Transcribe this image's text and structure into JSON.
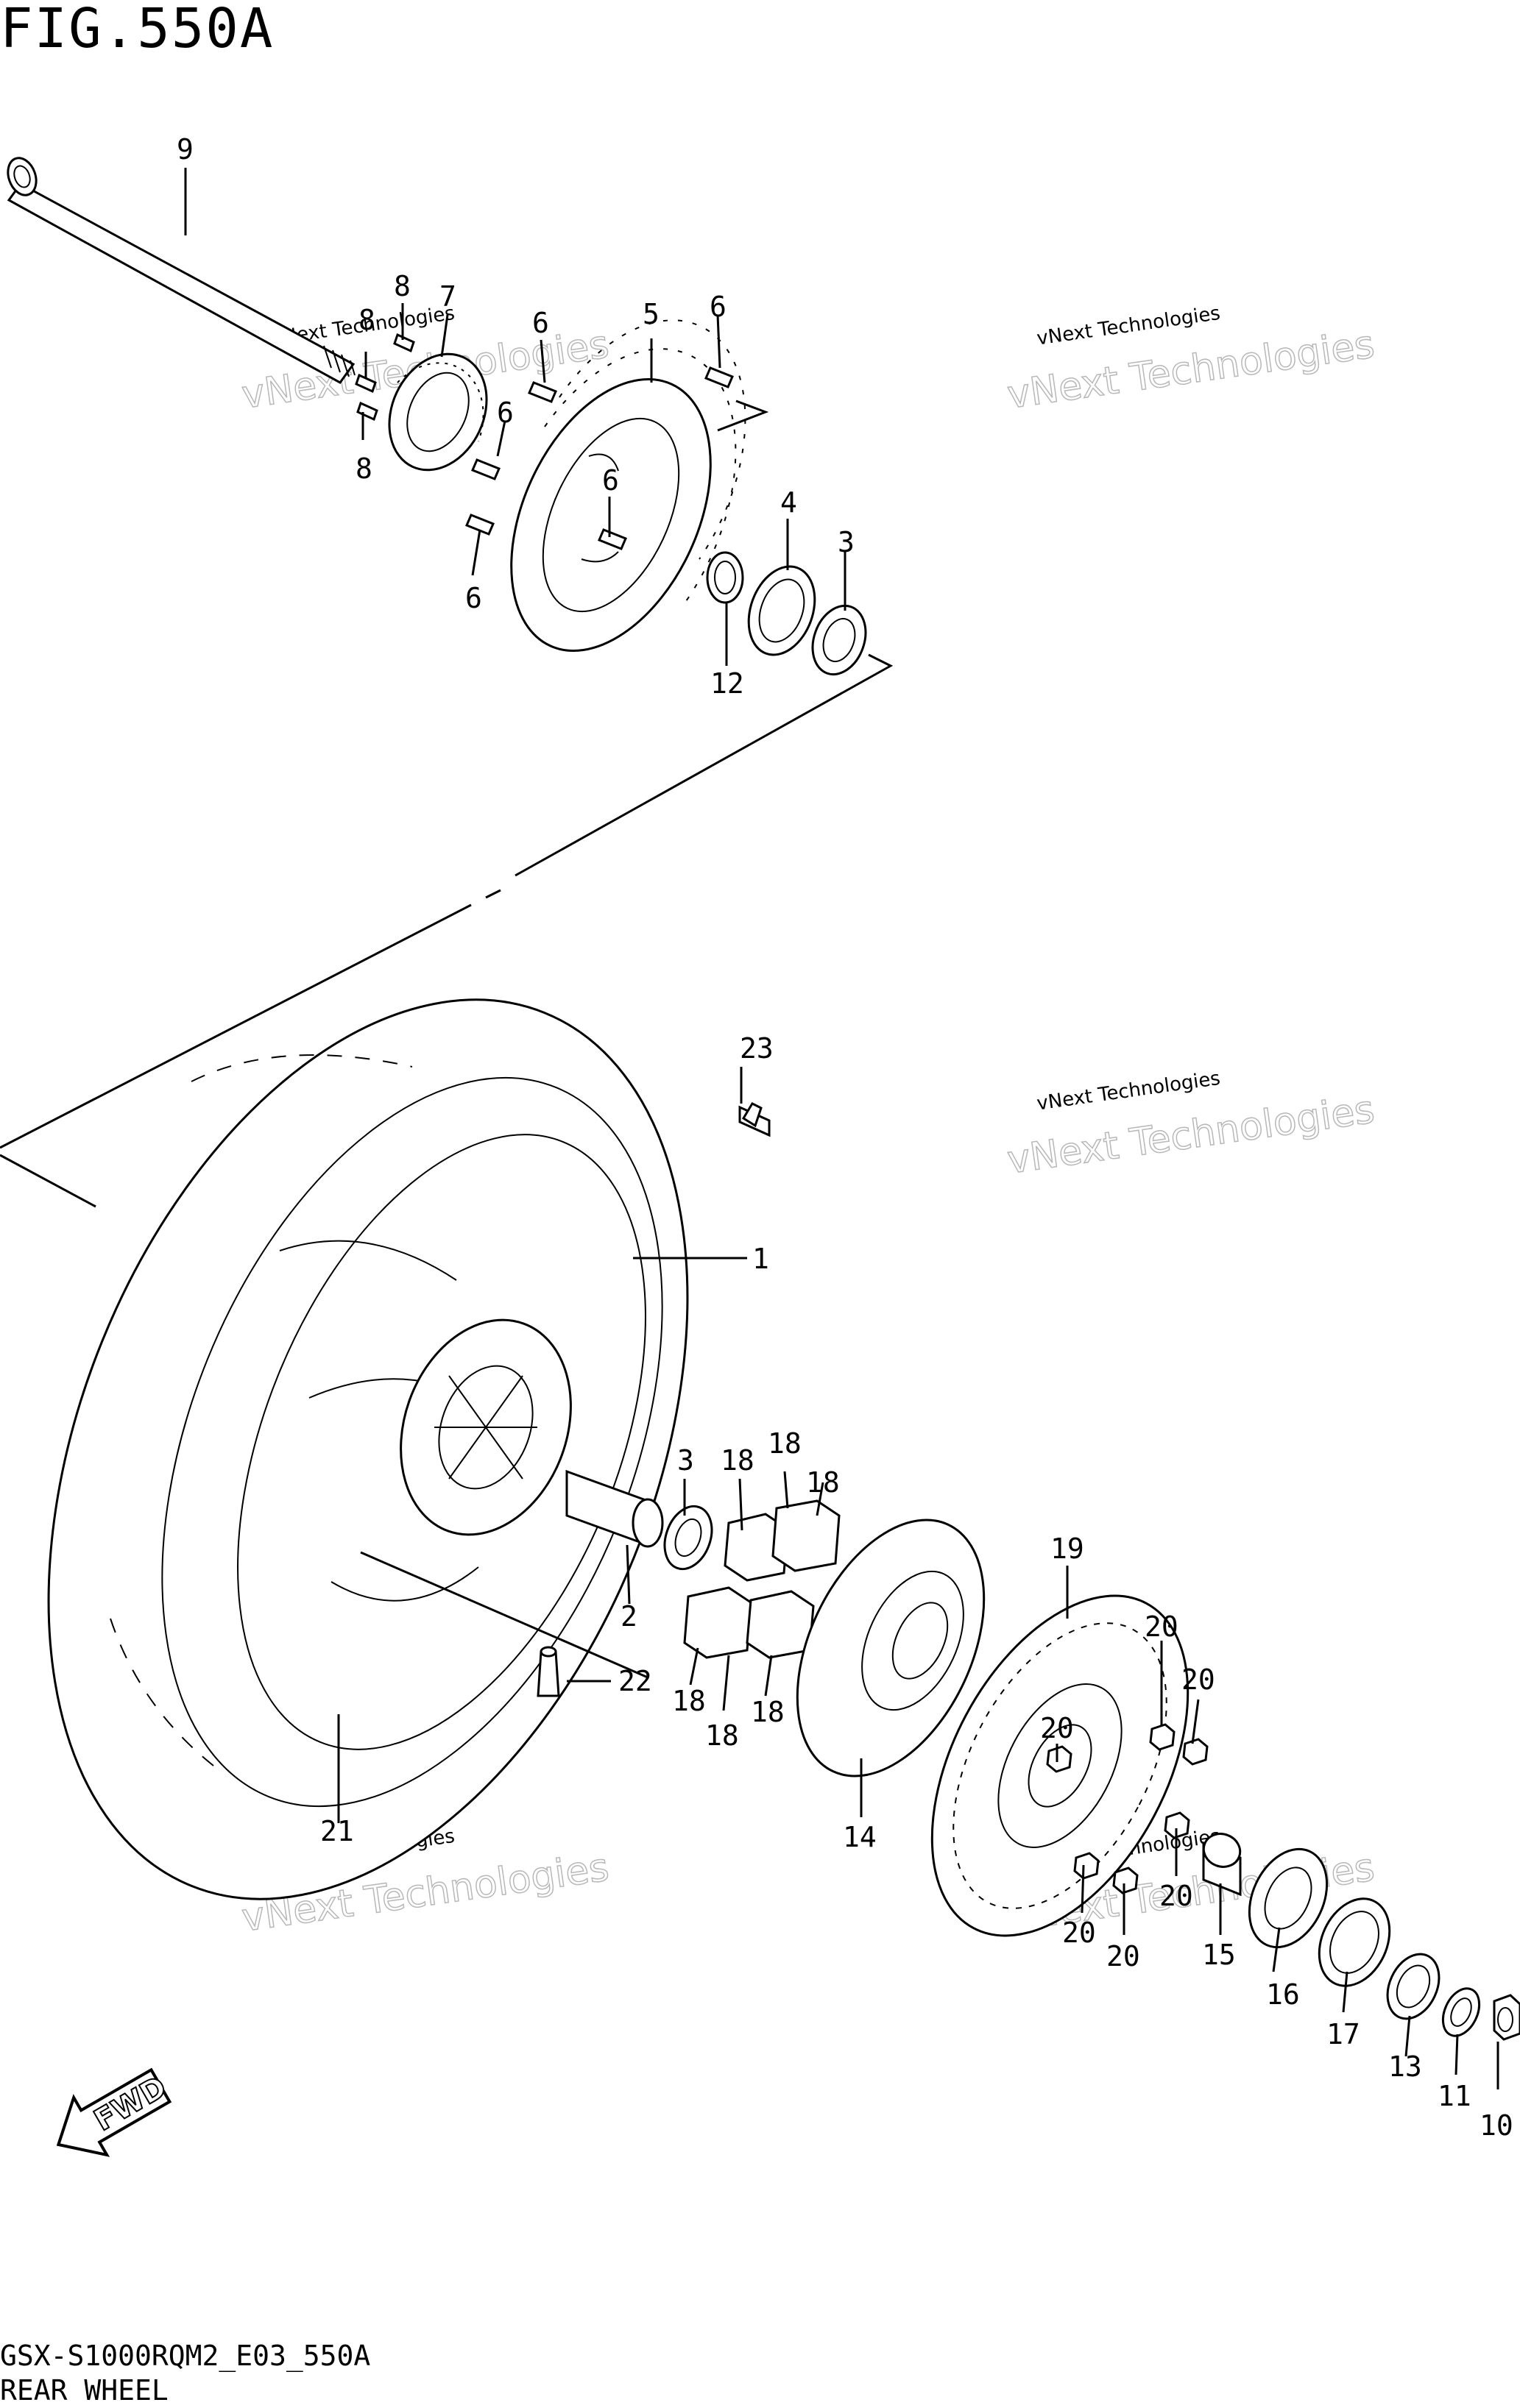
{
  "figure": {
    "title": "FIG.550A",
    "model_code": "GSX-S1000RQM2_E03_550A",
    "caption": "REAR WHEEL",
    "fwd_label": "FWD"
  },
  "watermark": {
    "line1": "vNext Technologies",
    "line2": "vNext Technologies"
  },
  "callouts": {
    "c1": "1",
    "c2": "2",
    "c3a": "3",
    "c3b": "3",
    "c4": "4",
    "c5": "5",
    "c6a": "6",
    "c6b": "6",
    "c6c": "6",
    "c6d": "6",
    "c6e": "6",
    "c7": "7",
    "c8a": "8",
    "c8b": "8",
    "c8c": "8",
    "c9": "9",
    "c10": "10",
    "c11": "11",
    "c12": "12",
    "c13": "13",
    "c14": "14",
    "c15": "15",
    "c16": "16",
    "c17": "17",
    "c18a": "18",
    "c18b": "18",
    "c18c": "18",
    "c18d": "18",
    "c18e": "18",
    "c18f": "18",
    "c19": "19",
    "c20a": "20",
    "c20b": "20",
    "c20c": "20",
    "c20d": "20",
    "c20e": "20",
    "c20f": "20",
    "c21": "21",
    "c22": "22",
    "c23": "23"
  }
}
